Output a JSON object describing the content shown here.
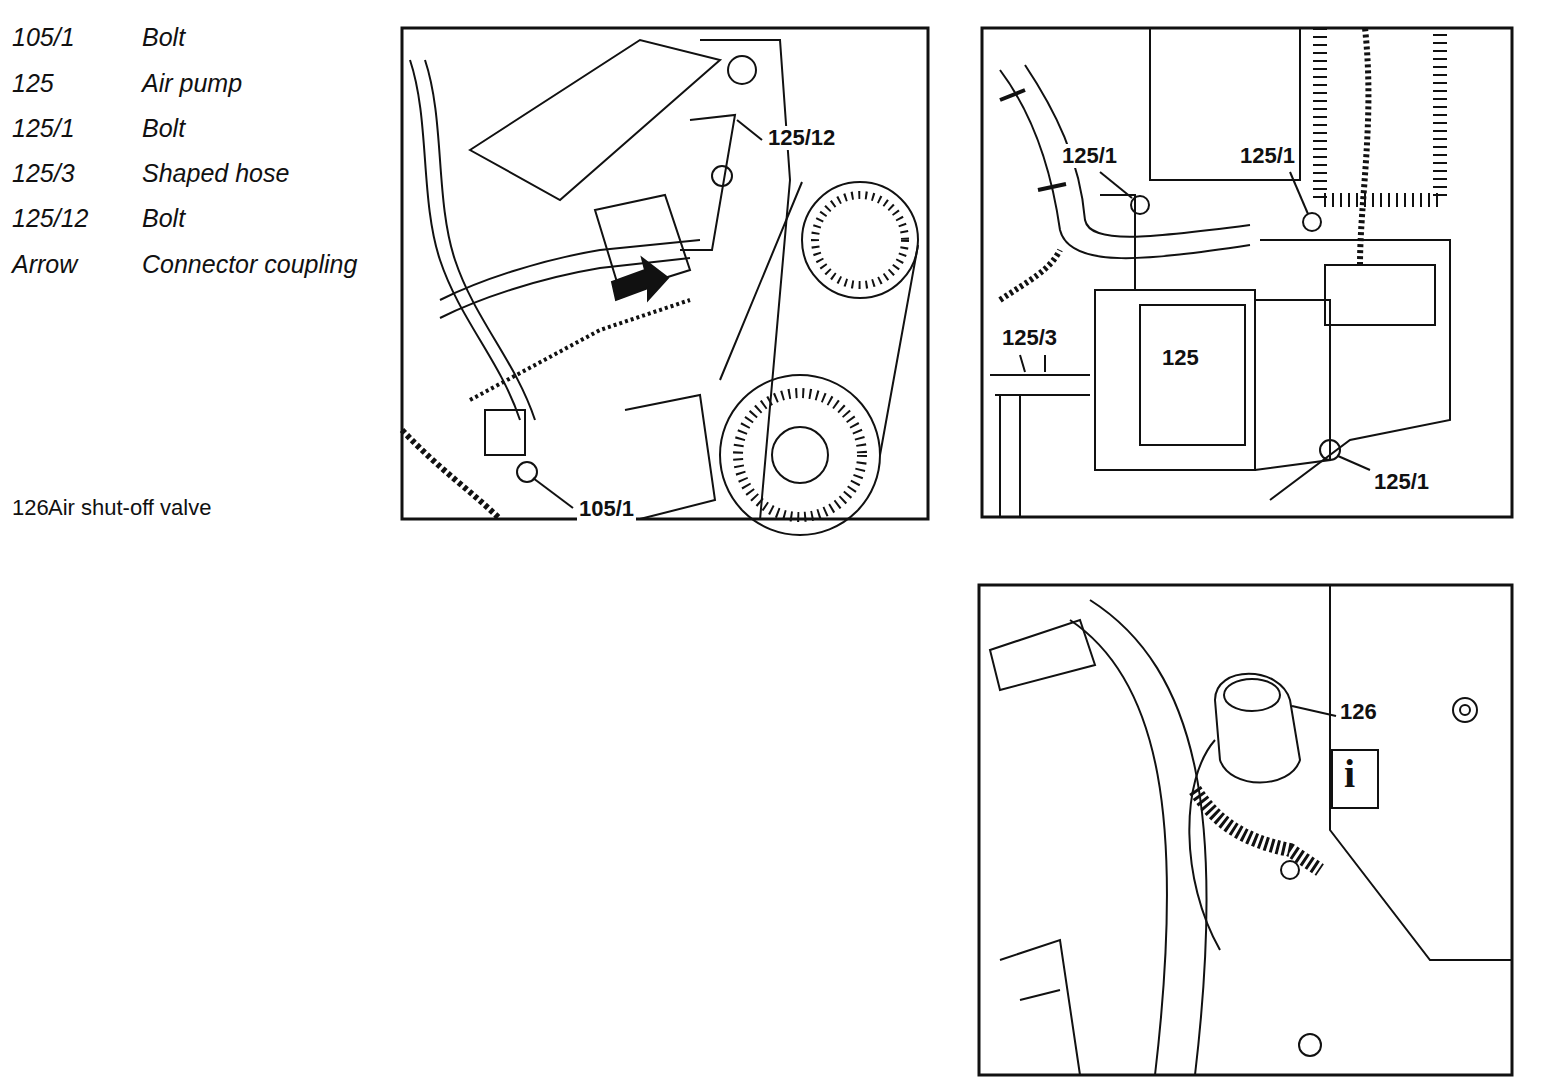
{
  "diagram": {
    "labels": [
      "105/1",
      "Bolt",
      "125",
      "Air pump",
      "125/1",
      "Bolt",
      "125/3",
      "Shaped hose",
      "125/12",
      "Bolt",
      "Arrow",
      "Connector coupling",
      "126",
      "Air shut-off valve",
      "125/12",
      "105/1",
      "125/1",
      "125/1",
      "125/3",
      "125",
      "125/1",
      "126",
      "i"
    ]
  }
}
